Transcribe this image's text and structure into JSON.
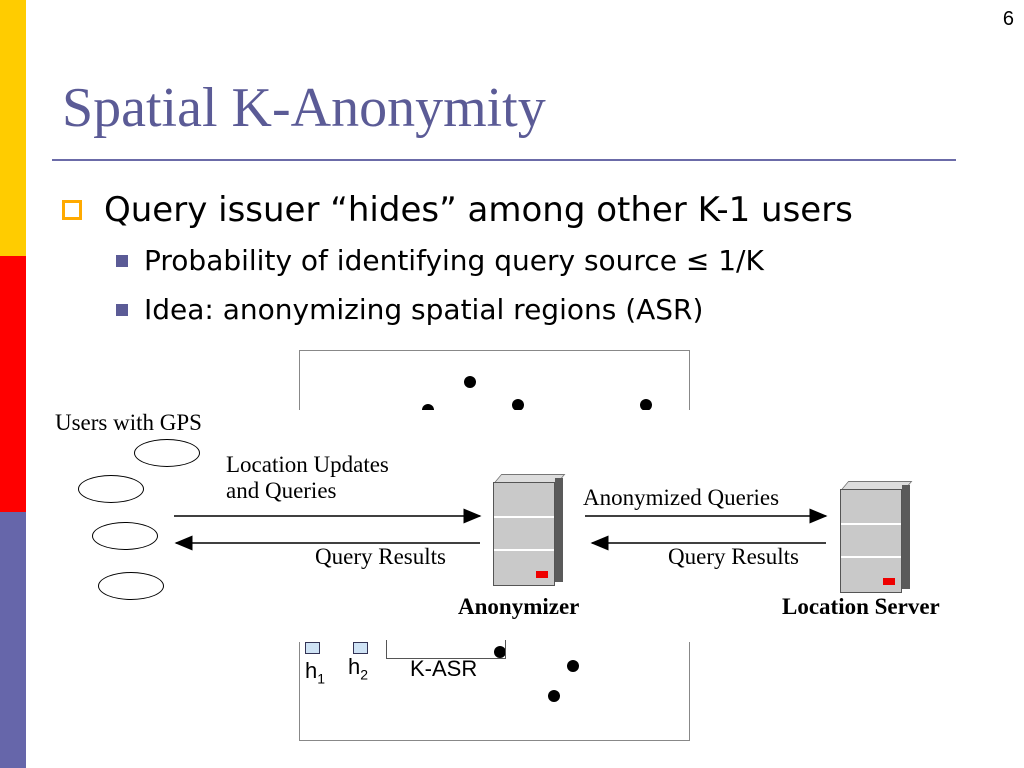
{
  "slide": {
    "number": "6",
    "title": "Spatial K-Anonymity"
  },
  "bullets": {
    "level1": "Query issuer “hides” among other K-1 users",
    "level2": [
      "Probability of identifying query source ≤ 1/K",
      "Idea: anonymizing spatial regions (ASR)"
    ]
  },
  "diagram": {
    "users_label": "Users with GPS",
    "updates_label_line1": "Location Updates",
    "updates_label_line2": "and Queries",
    "results_label_left": "Query Results",
    "anonymized_label": "Anonymized Queries",
    "results_label_right": "Query Results",
    "anonymizer_label": "Anonymizer",
    "server_label": "Location Server"
  },
  "region": {
    "h1_base": "h",
    "h1_sub": "1",
    "h2_base": "h",
    "h2_sub": "2",
    "asr_label": "K-ASR"
  },
  "colors": {
    "title": "#5b5b96",
    "bar_yellow": "#ffcc00",
    "bar_red": "#ff0000",
    "bar_blue": "#6666aa",
    "bullet_marker": "#ffaa00"
  }
}
